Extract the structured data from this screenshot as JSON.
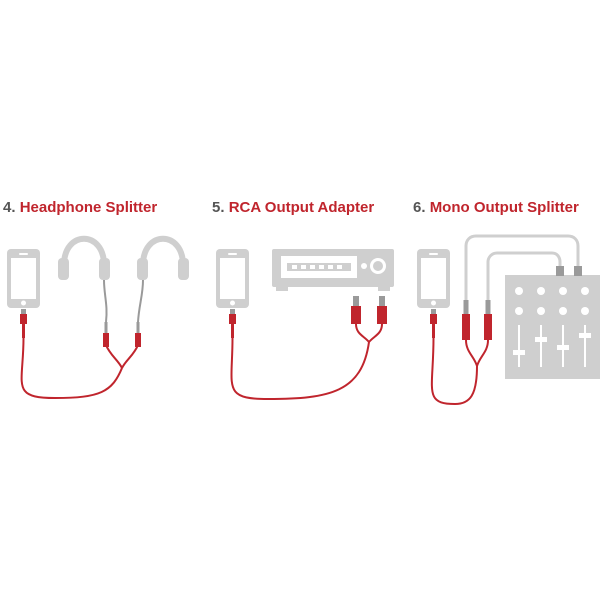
{
  "panels": [
    {
      "number": "4.",
      "title": "Headphone Splitter"
    },
    {
      "number": "5.",
      "title": "RCA Output Adapter"
    },
    {
      "number": "6.",
      "title": "Mono Output Splitter"
    }
  ],
  "colors": {
    "cable_red": "#c0252d",
    "device_gray": "#cfcfcf",
    "cable_gray": "#9a9a9a",
    "title_number": "#555555",
    "title_name": "#c0252d"
  },
  "icons": [
    "smartphone-icon",
    "headphones-icon",
    "receiver-icon",
    "mixer-icon",
    "rca-plug-icon",
    "mini-jack-icon"
  ]
}
